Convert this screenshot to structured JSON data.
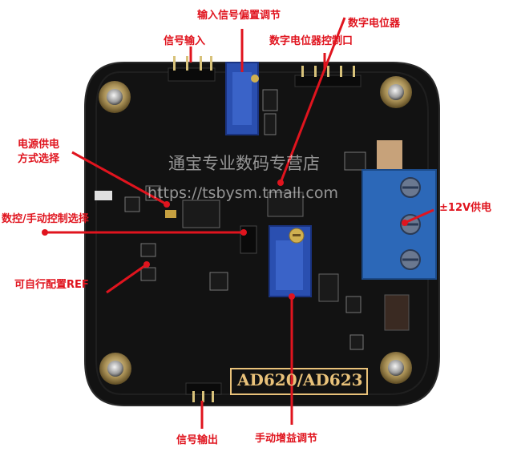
{
  "annotations": {
    "input_offset": "输入信号偏置调节",
    "signal_input": "信号输入",
    "digital_pot": "数字电位器",
    "digital_pot_port": "数字电位器控制口",
    "power_select": "电源供电\n方式选择",
    "digital_manual": "数控/手动控制选择",
    "ref_config": "可自行配置REF",
    "power_12v": "±12V供电",
    "signal_output": "信号输出",
    "manual_gain": "手动增益调节"
  },
  "board": {
    "silkscreen_label": "AD620/AD623"
  },
  "watermark": {
    "shop": "通宝专业数码专营店",
    "url": "https://tsbysm.tmall.com"
  },
  "colors": {
    "annotation": "#e0141e",
    "pcb": "#111111",
    "terminal": "#2c68b8",
    "trimpot": "#2a4fb0",
    "brass": "#b89a5a"
  }
}
